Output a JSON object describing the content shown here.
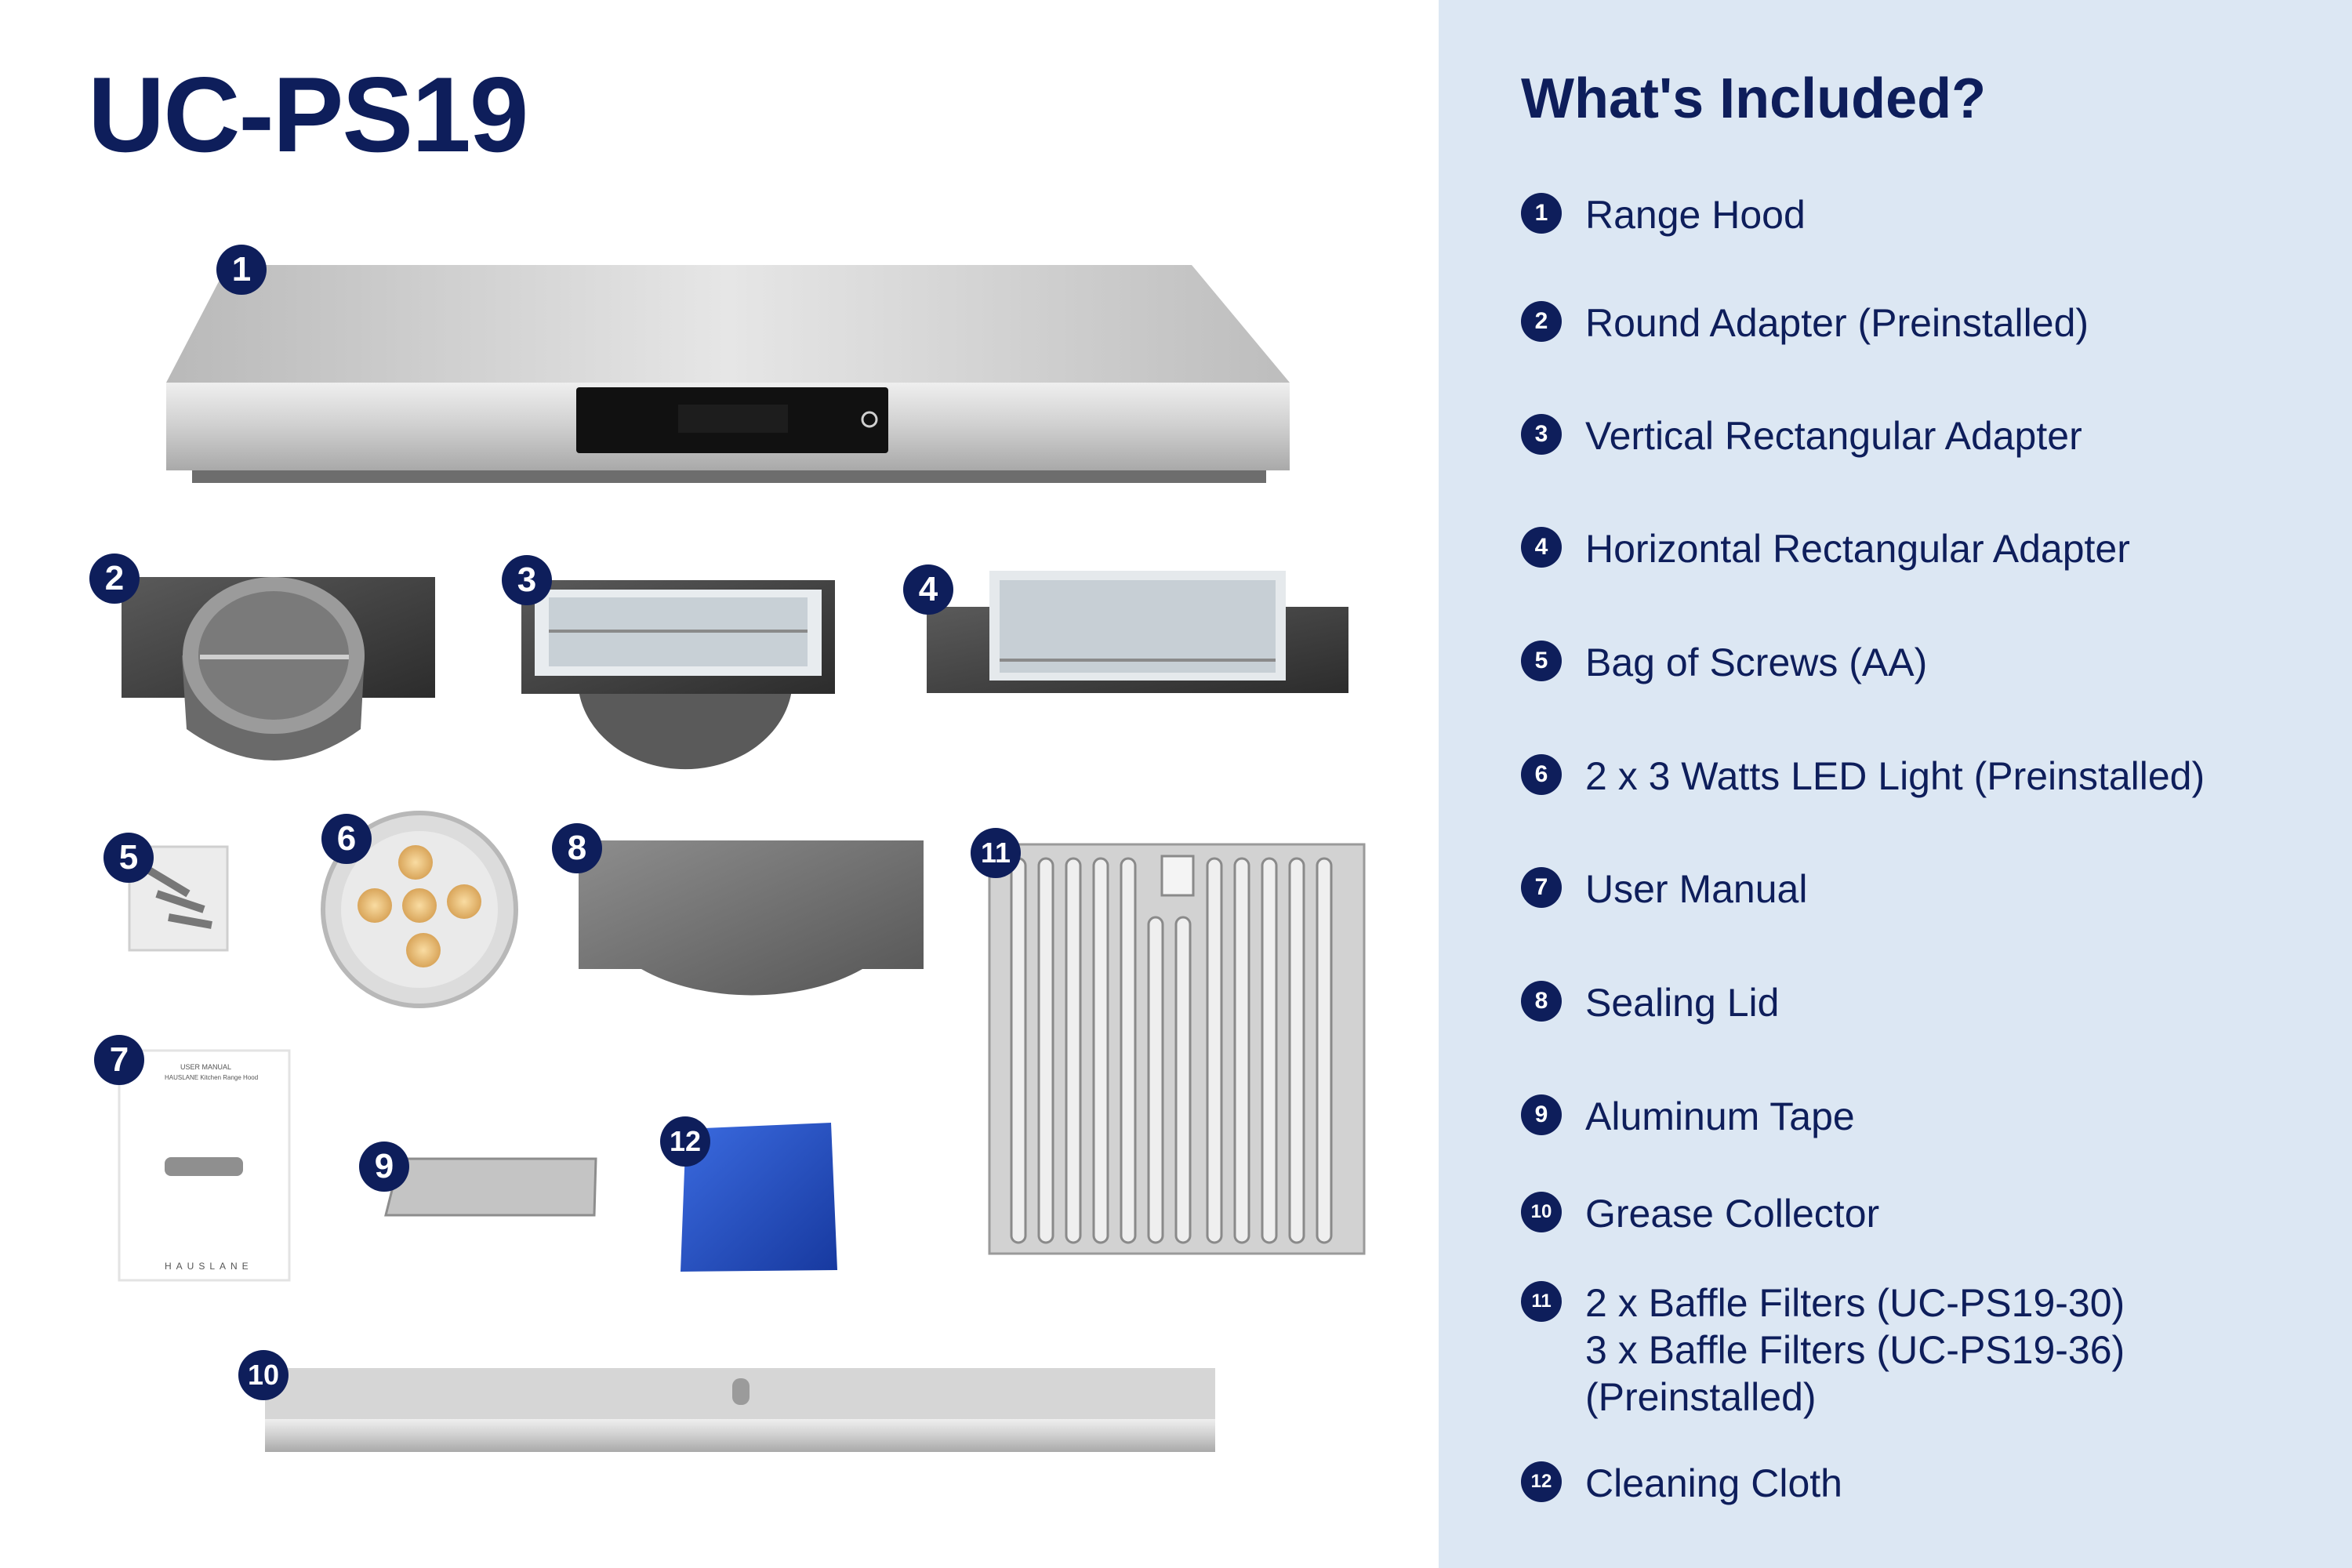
{
  "model": "UC-PS19",
  "panel": {
    "title": "What's Included?",
    "items": [
      {
        "num": "1",
        "lines": [
          "Range Hood"
        ]
      },
      {
        "num": "2",
        "lines": [
          "Round Adapter (Preinstalled)"
        ]
      },
      {
        "num": "3",
        "lines": [
          "Vertical Rectangular Adapter"
        ]
      },
      {
        "num": "4",
        "lines": [
          "Horizontal Rectangular Adapter"
        ]
      },
      {
        "num": "5",
        "lines": [
          "Bag of Screws (AA)"
        ]
      },
      {
        "num": "6",
        "lines": [
          "2 x 3 Watts LED Light (Preinstalled)"
        ]
      },
      {
        "num": "7",
        "lines": [
          "User Manual"
        ]
      },
      {
        "num": "8",
        "lines": [
          "Sealing Lid"
        ]
      },
      {
        "num": "9",
        "lines": [
          "Aluminum Tape"
        ]
      },
      {
        "num": "10",
        "lines": [
          "Grease Collector"
        ]
      },
      {
        "num": "11",
        "lines": [
          "2 x Baffle Filters (UC-PS19-30)",
          "3 x Baffle Filters (UC-PS19-36)",
          "(Preinstalled)"
        ]
      },
      {
        "num": "12",
        "lines": [
          "Cleaning Cloth"
        ]
      }
    ]
  },
  "manual": {
    "title": "USER MANUAL",
    "subtitle": "HAUSLANE Kitchen Range Hood",
    "brand": "HAUSLANE"
  },
  "colors": {
    "navy": "#0e1e5b",
    "panel_bg": "#dce7f3",
    "steel": "#c9c9c9",
    "cloth": "#1f4fc9"
  }
}
